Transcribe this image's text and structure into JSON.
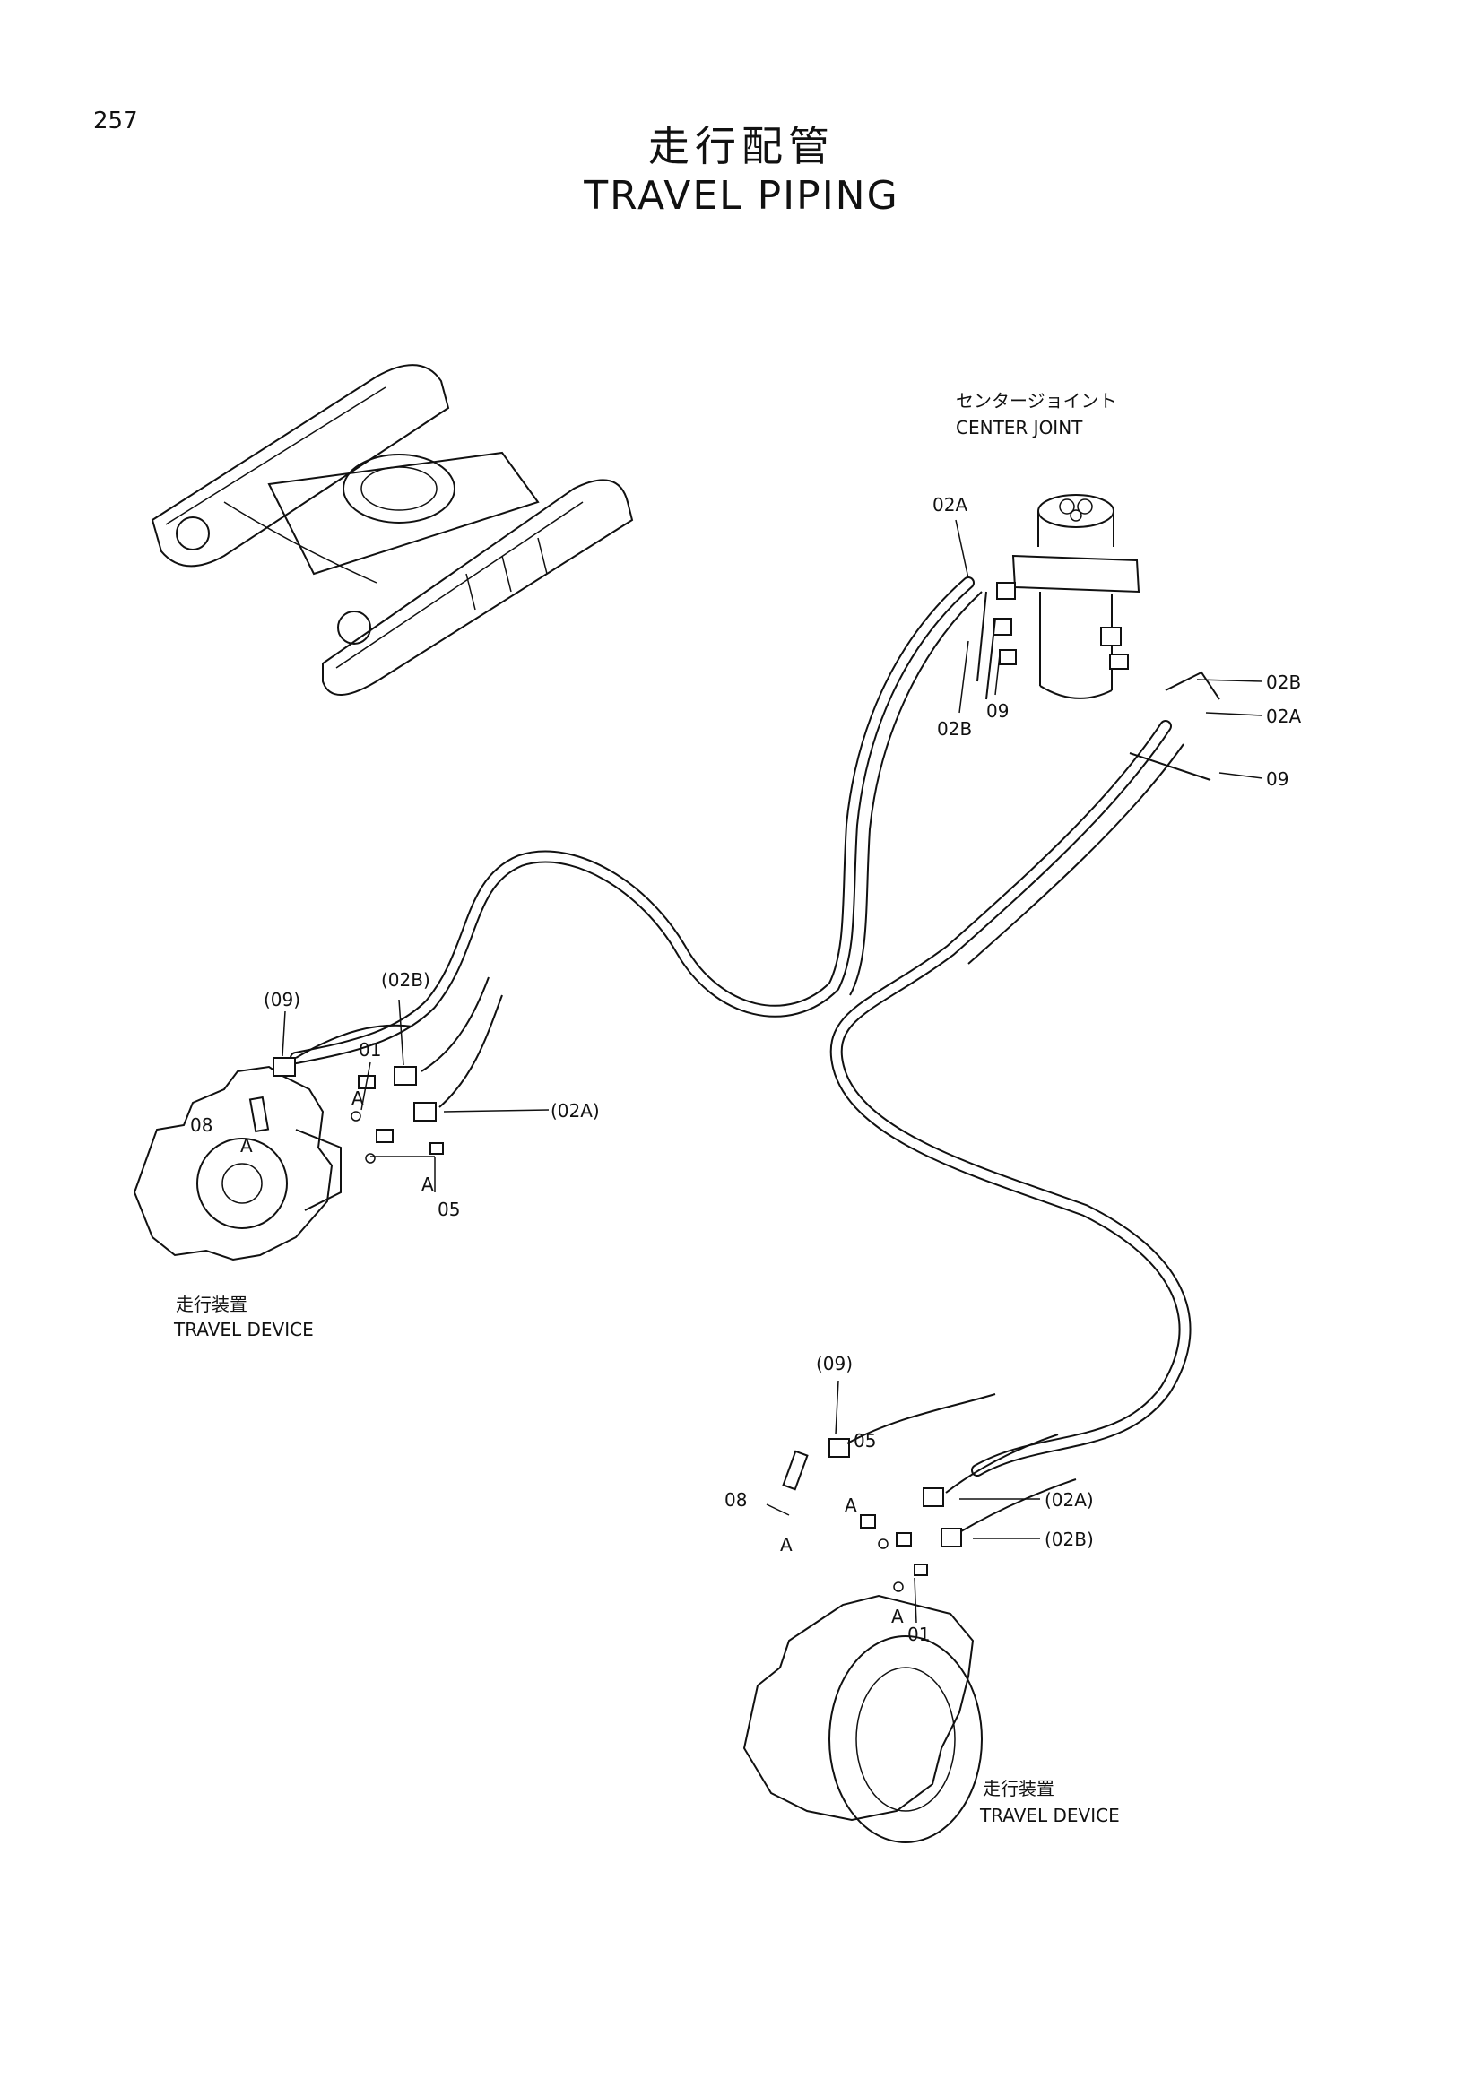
{
  "page": {
    "number": "257"
  },
  "title": {
    "jp": "走行配管",
    "en": "TRAVEL PIPING"
  },
  "center_joint": {
    "jp": "センタージョイント",
    "en": "CENTER JOINT"
  },
  "travel_device_left": {
    "jp": "走行装置",
    "en": "TRAVEL DEVICE"
  },
  "travel_device_right": {
    "jp": "走行装置",
    "en": "TRAVEL DEVICE"
  },
  "callouts": {
    "cj_02A_top": "02A",
    "cj_02B_bottom": "02B",
    "cj_09_bottom": "09",
    "cj_02B_right": "02B",
    "cj_02A_right": "02A",
    "cj_09_right": "09",
    "left_09": "(09)",
    "left_02B": "(02B)",
    "left_01": "01",
    "left_A1": "A",
    "left_08": "08",
    "left_A2": "A",
    "left_02A": "(02A)",
    "left_A3": "A",
    "left_05": "05",
    "right_09": "(09)",
    "right_05": "05",
    "right_A1": "A",
    "right_08": "08",
    "right_A2": "A",
    "right_02A": "(02A)",
    "right_02B": "(02B)",
    "right_A3": "A",
    "right_01": "01"
  }
}
